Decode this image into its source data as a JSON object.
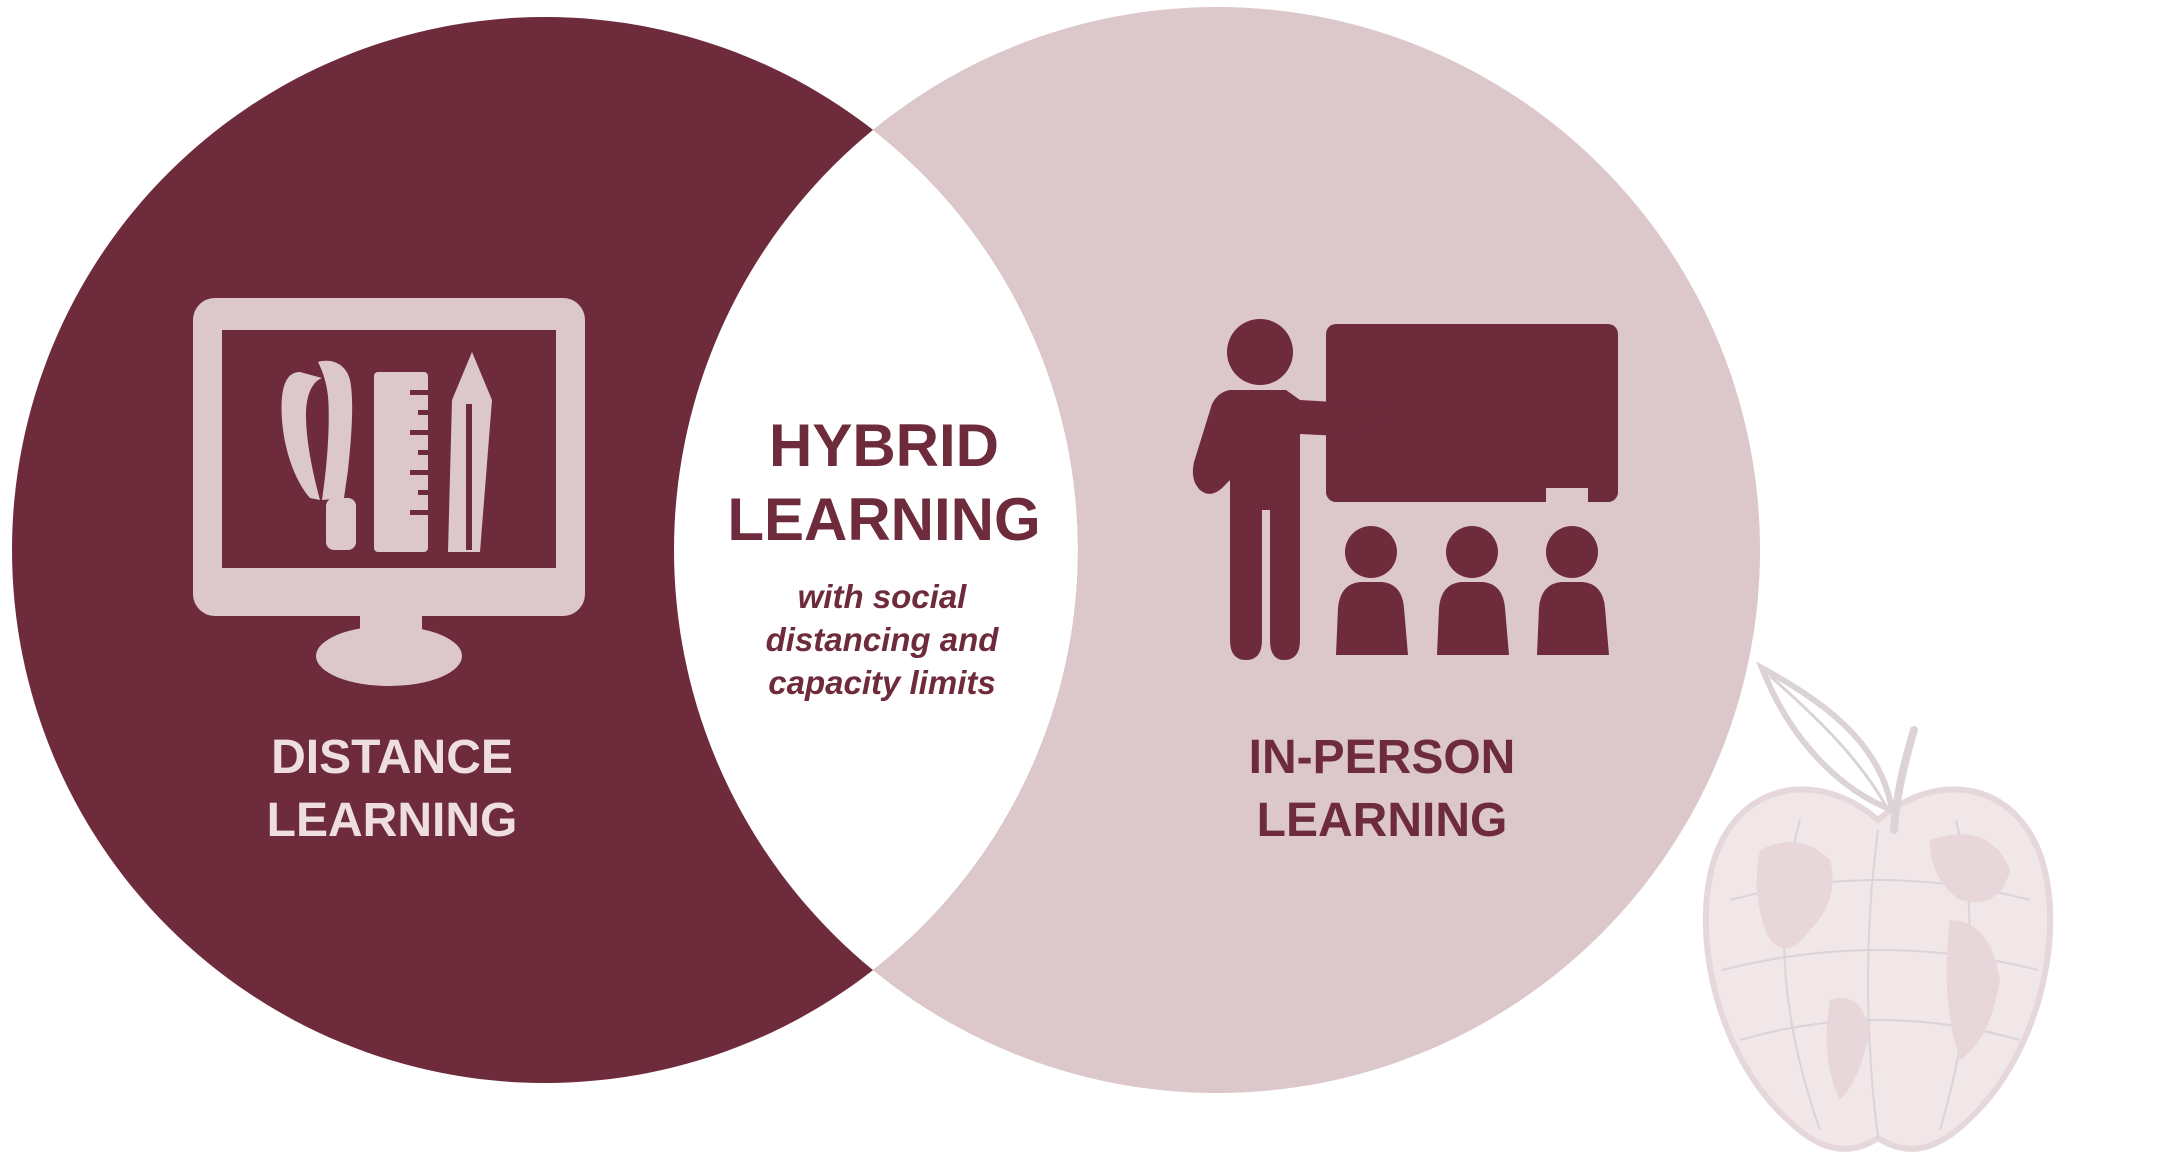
{
  "colors": {
    "distance_fill": "#6e2b3c",
    "inperson_fill": "#dcc7cb",
    "overlap_fill": "#ffffff",
    "distance_text": "#eedee1",
    "inperson_text": "#6e2b3c",
    "hybrid_text": "#6e2b3c",
    "icon_light": "#dcc7cb",
    "icon_dark": "#6e2b3c",
    "emblem_light": "#f0e4e6",
    "emblem_line": "#d8cfd1"
  },
  "venn": {
    "left": {
      "label_line1": "DISTANCE",
      "label_line2": "LEARNING",
      "icon": "computer-with-school-supplies-icon"
    },
    "right": {
      "label_line1": "IN-PERSON",
      "label_line2": "LEARNING",
      "icon": "teacher-with-students-icon"
    },
    "overlap": {
      "title_line1": "HYBRID",
      "title_line2": "LEARNING",
      "note_line1": "with social",
      "note_line2": "distancing and",
      "note_line3": "capacity limits"
    }
  },
  "emblem": {
    "icon": "apple-globe-icon"
  }
}
